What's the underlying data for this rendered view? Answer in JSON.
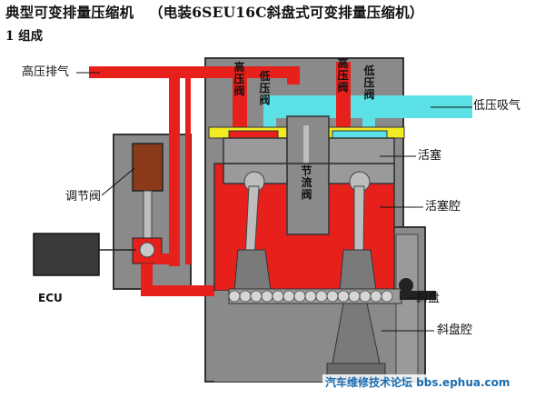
{
  "title": "典型可变排量压缩机   （电装6SEU16C斜盘式可变排量压缩机）",
  "subtitle": "1 组成",
  "labels": {
    "high_pressure_exhaust": "高压排气",
    "low_pressure_intake": "低压吸气",
    "high_pressure_valve": "高压阀",
    "low_pressure_valve": "低压阀",
    "throttle_valve": "节流阀",
    "control_valve": "调节阀",
    "piston": "活塞",
    "piston_chamber": "活塞腔",
    "swash_plate": "斜盘",
    "swash_plate_chamber": "斜盘腔",
    "ecu": "ECU"
  },
  "watermark": "汽车维修技术论坛 bbs.ephua.com",
  "colors": {
    "high_pressure": "#e8201c",
    "low_pressure": "#5ce1e6",
    "housing": "#8a8a8a",
    "valve_plate": "#f2ea22",
    "ecu": "#3a3a3a",
    "control_valve_body": "#8b3a1a"
  }
}
